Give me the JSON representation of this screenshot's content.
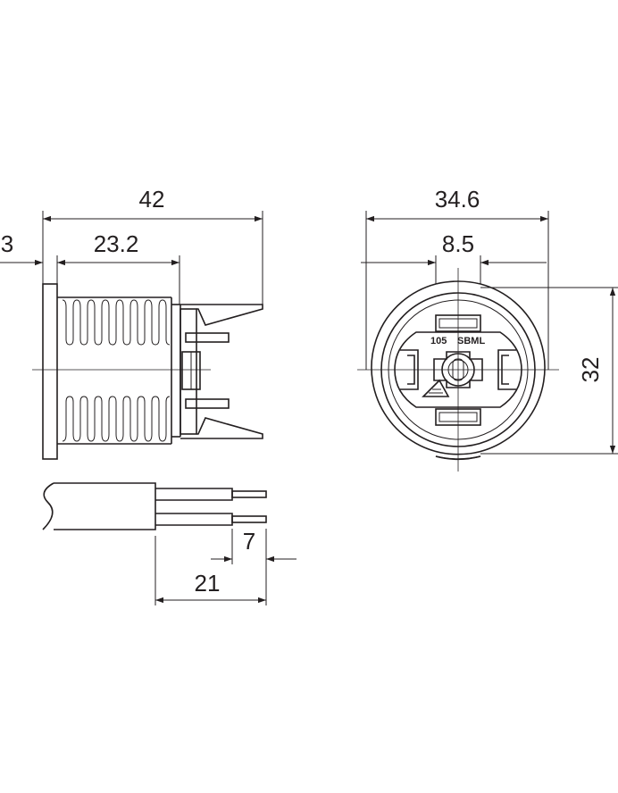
{
  "dimensions": {
    "total_length": "42",
    "flange_thickness": "3",
    "thread_length": "23.2",
    "outer_diameter": "34.6",
    "key_width": "8.5",
    "height": "32",
    "wire_strip": "7",
    "wire_length": "21"
  },
  "marking": {
    "left": "105",
    "right": "SBML"
  }
}
